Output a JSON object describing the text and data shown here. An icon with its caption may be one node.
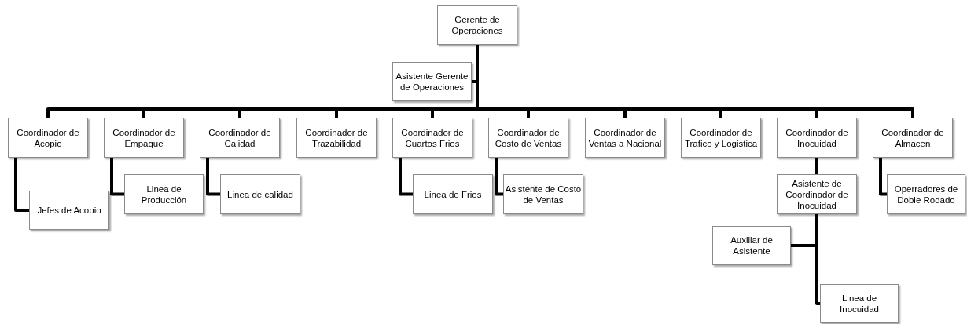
{
  "diagram": {
    "nodes": [
      {
        "text": [
          "Gerente de Operaciones"
        ]
      },
      {
        "text": [
          "Asistente Gerente de Operaciones"
        ]
      },
      {
        "text": [
          "Coordinador de Acopio"
        ]
      },
      {
        "text": [
          "Coordinador de Empaque"
        ]
      },
      {
        "text": [
          "Coordinador de Calidad"
        ]
      },
      {
        "text": [
          "Coordinador de Trazabilidad"
        ]
      },
      {
        "text": [
          "Coordinador de Cuartos Frios"
        ]
      },
      {
        "text": [
          "Coordinador de Costo de Ventas"
        ]
      },
      {
        "text": [
          "Coordinador de Ventas a Nacional"
        ]
      },
      {
        "text": [
          "Coordinador de Trafico y Logistica"
        ]
      },
      {
        "text": [
          "Coordinador de Inocuidad"
        ]
      },
      {
        "text": [
          "Coordinador de Almacen"
        ]
      },
      {
        "text": [
          "Jefes de Acopio"
        ]
      },
      {
        "text": [
          "Linea de Producción"
        ]
      },
      {
        "text": [
          "Linea de calidad"
        ]
      },
      {
        "text": [
          "Linea de Frios"
        ]
      },
      {
        "text": [
          "Asistente de Costo de Ventas"
        ]
      },
      {
        "text": [
          "Asistente de Coordinador de Inocuidad"
        ]
      },
      {
        "text": [
          "Operradores de Doble Rodado"
        ]
      },
      {
        "text": [
          "Auxiliar de Asistente"
        ]
      },
      {
        "text": [
          "Linea de Inocuidad"
        ]
      }
    ],
    "edges": [
      {
        "from": 0,
        "to": 1,
        "arrow": "none"
      },
      {
        "from": 0,
        "to": 2,
        "arrow": "none"
      },
      {
        "from": 0,
        "to": 3,
        "arrow": "none"
      },
      {
        "from": 0,
        "to": 4,
        "arrow": "none"
      },
      {
        "from": 0,
        "to": 5,
        "arrow": "none"
      },
      {
        "from": 0,
        "to": 6,
        "arrow": "none"
      },
      {
        "from": 0,
        "to": 7,
        "arrow": "none"
      },
      {
        "from": 0,
        "to": 8,
        "arrow": "none"
      },
      {
        "from": 0,
        "to": 9,
        "arrow": "none"
      },
      {
        "from": 0,
        "to": 10,
        "arrow": "none"
      },
      {
        "from": 0,
        "to": 11,
        "arrow": "none"
      },
      {
        "from": 2,
        "to": 12,
        "arrow": "none"
      },
      {
        "from": 3,
        "to": 13,
        "arrow": "none"
      },
      {
        "from": 4,
        "to": 14,
        "arrow": "none"
      },
      {
        "from": 6,
        "to": 15,
        "arrow": "none"
      },
      {
        "from": 7,
        "to": 16,
        "arrow": "none"
      },
      {
        "from": 10,
        "to": 17,
        "arrow": "none"
      },
      {
        "from": 11,
        "to": 18,
        "arrow": "none"
      },
      {
        "from": 17,
        "to": 19,
        "arrow": "none"
      },
      {
        "from": 17,
        "to": 20,
        "arrow": "none"
      }
    ]
  }
}
